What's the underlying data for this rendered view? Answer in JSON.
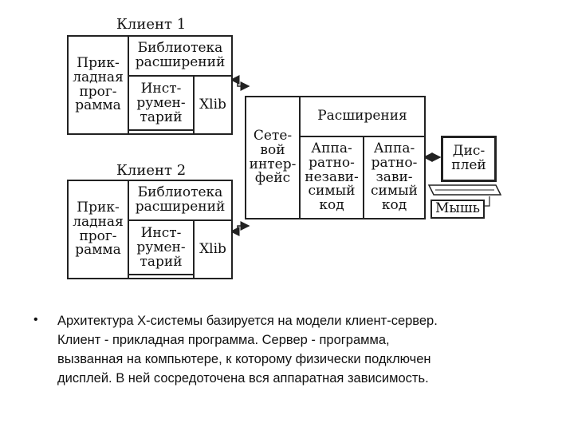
{
  "client1": {
    "title": "Клиент 1",
    "app": "Прик-\nладная\nпрог-\nрамма",
    "library": "Библиотека\nрасширений",
    "toolkit": "Инст-\nрумен-\nтарий",
    "xlib": "Xlib"
  },
  "client2": {
    "title": "Клиент 2",
    "app": "Прик-\nладная\nпрог-\nрамма",
    "library": "Библиотека\nрасширений",
    "toolkit": "Инст-\nрумен-\nтарий",
    "xlib": "Xlib"
  },
  "server": {
    "network": "Сете-\nвой\nинтер-\nфейс",
    "extensions": "Расширения",
    "hw_independent": "Аппа-\nратно-\nнезави-\nсимый\nкод",
    "hw_dependent": "Аппа-\nратно-\nзави-\nсимый\nкод"
  },
  "devices": {
    "display": "Дис-\nплей",
    "mouse": "Мышь"
  },
  "bullet": {
    "symbol": "•",
    "lines": [
      "Архитектура X-системы базируется на модели клиент-сервер.",
      "Клиент - прикладная программа. Сервер - программа,",
      "вызванная на компьютере, к которому физически подключен",
      "дисплей. В ней сосредоточена вся аппаратная зависимость."
    ]
  }
}
